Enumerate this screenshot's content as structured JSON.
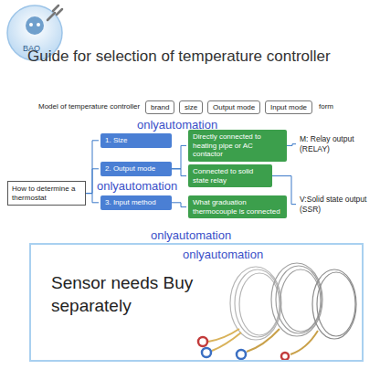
{
  "diagram": {
    "title": "Guide for selection of temperature controller",
    "nodes": [
      {
        "text": [
          "brand"
        ]
      },
      {
        "text": [
          "size"
        ]
      },
      {
        "text": [
          "Output mode"
        ]
      },
      {
        "text": [
          "Input mode"
        ]
      },
      {
        "text": [
          "How to determine a thermostat"
        ]
      },
      {
        "text": [
          "1. Size"
        ]
      },
      {
        "text": [
          "2. Output mode"
        ]
      },
      {
        "text": [
          "3. Input method"
        ]
      },
      {
        "text": [
          "Directly connected to heating pipe or AC contactor"
        ]
      },
      {
        "text": [
          "Connected to solid state relay"
        ]
      },
      {
        "text": [
          "What graduation thermocouple is connected"
        ]
      },
      {
        "text": [
          "M: Relay output (RELAY)"
        ]
      },
      {
        "text": [
          "V:Solid state output (SSR)"
        ]
      },
      {
        "text": [
          "Sensor needs Buy separately"
        ]
      }
    ],
    "edges": [
      {
        "from": 4,
        "to": 5,
        "arrow": "none"
      },
      {
        "from": 4,
        "to": 6,
        "arrow": "none"
      },
      {
        "from": 4,
        "to": 7,
        "arrow": "none"
      },
      {
        "from": 6,
        "to": 8,
        "arrow": "none"
      },
      {
        "from": 6,
        "to": 9,
        "arrow": "none"
      },
      {
        "from": 7,
        "to": 10,
        "arrow": "none"
      },
      {
        "from": 8,
        "to": 11,
        "arrow": "none"
      },
      {
        "from": 9,
        "to": 12,
        "arrow": "none"
      }
    ],
    "labels": [
      "BAO",
      "Model of temperature controller",
      "form",
      "onlyautomation",
      "onlyautomation",
      "onlyautomation",
      "onlyautomation"
    ]
  }
}
